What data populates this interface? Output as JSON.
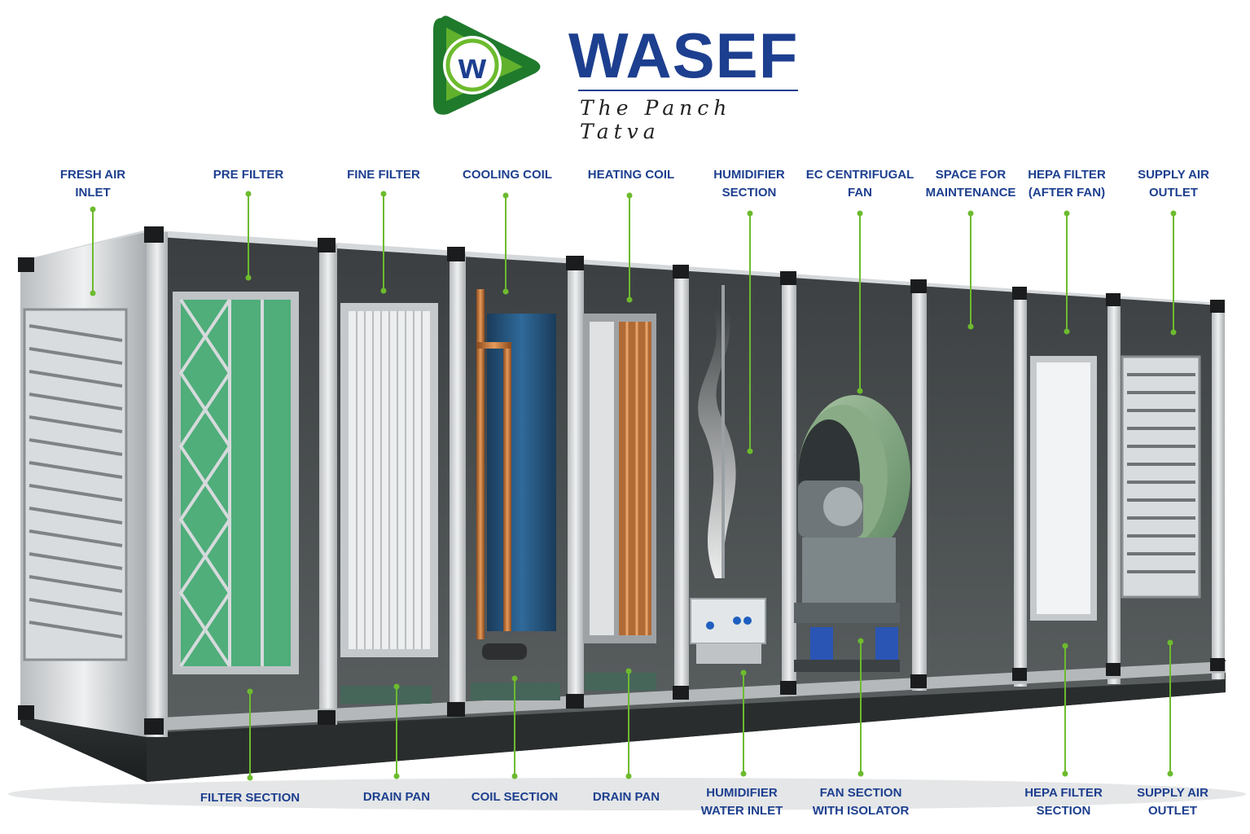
{
  "brand": {
    "name": "WASEF",
    "tagline": "The Panch Tatva",
    "colors": {
      "primary": "#1d3f8f",
      "accent": "#6dbb2e",
      "dark_green": "#1f7a2c"
    }
  },
  "diagram": {
    "subject": "Air handling unit cutaway",
    "top_labels": [
      {
        "id": "fresh-air-inlet",
        "text": "FRESH AIR\nINLET"
      },
      {
        "id": "pre-filter",
        "text": "PRE FILTER"
      },
      {
        "id": "fine-filter",
        "text": "FINE FILTER"
      },
      {
        "id": "cooling-coil",
        "text": "COOLING COIL"
      },
      {
        "id": "heating-coil",
        "text": "HEATING COIL"
      },
      {
        "id": "humidifier-section",
        "text": "HUMIDIFIER\nSECTION"
      },
      {
        "id": "ec-centrifugal-fan",
        "text": "EC CENTRIFUGAL\nFAN"
      },
      {
        "id": "space-for-maintenance",
        "text": "SPACE FOR\nMAINTENANCE"
      },
      {
        "id": "hepa-filter-after-fan",
        "text": "HEPA FILTER\n(AFTER FAN)"
      },
      {
        "id": "supply-air-outlet-top",
        "text": "SUPPLY AIR\nOUTLET"
      }
    ],
    "bottom_labels": [
      {
        "id": "filter-section",
        "text": "FILTER SECTION"
      },
      {
        "id": "drain-pan-1",
        "text": "DRAIN PAN"
      },
      {
        "id": "coil-section",
        "text": "COIL SECTION"
      },
      {
        "id": "drain-pan-2",
        "text": "DRAIN PAN"
      },
      {
        "id": "humidifier-water-inlet",
        "text": "HUMIDIFIER\nWATER INLET"
      },
      {
        "id": "fan-section-with-isolator",
        "text": "FAN SECTION\nWITH ISOLATOR"
      },
      {
        "id": "hepa-filter-section",
        "text": "HEPA FILTER\nSECTION"
      },
      {
        "id": "supply-air-outlet-bottom",
        "text": "SUPPLY AIR\nOUTLET"
      }
    ]
  }
}
